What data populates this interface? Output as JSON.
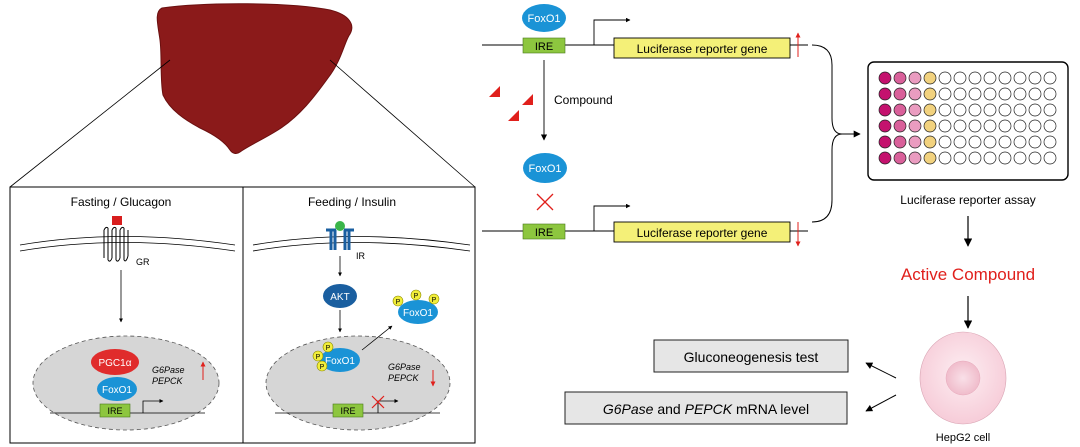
{
  "panels": {
    "fasting": {
      "title": "Fasting / Glucagon",
      "receptor": "GR",
      "pgc": "PGC1α",
      "foxo": "FoxO1",
      "ire": "IRE",
      "gene1": "G6Pase",
      "gene2": "PEPCK"
    },
    "feeding": {
      "title": "Feeding / Insulin",
      "receptor": "IR",
      "akt": "AKT",
      "foxo_exported": "FoxO1",
      "foxo_nuclear": "FoxO1",
      "phospho": "P",
      "ire": "IRE",
      "gene1": "G6Pase",
      "gene2": "PEPCK"
    }
  },
  "assay": {
    "foxo_top": "FoxO1",
    "ire_top": "IRE",
    "reporter_top": "Luciferase reporter gene",
    "compound": "Compound",
    "foxo_bottom": "FoxO1",
    "ire_bottom": "IRE",
    "reporter_bottom": "Luciferase reporter gene"
  },
  "pipeline": {
    "assay_label": "Luciferase reporter assay",
    "active_label": "Active Compound",
    "cell_label": "HepG2 cell",
    "gluconeogenesis": "Gluconeogenesis test",
    "mrna_gene1": "G6Pase",
    "mrna_and": " and ",
    "mrna_gene2": "PEPCK",
    "mrna_tail": " mRNA level"
  },
  "colors": {
    "liver": "#8b1a1a",
    "foxo": "#1a93d6",
    "akt": "#1a5fa0",
    "ire": "#8dc63f",
    "reporter": "#f4f078",
    "pgc": "#e02c2c",
    "accent_red": "#e0201c",
    "nucleus": "#d6d6d6",
    "phospho": "#f2ee3a"
  },
  "plate_columns": [
    "#c4126e",
    "#d9609a",
    "#ea9cc0",
    "#f2d27e"
  ]
}
